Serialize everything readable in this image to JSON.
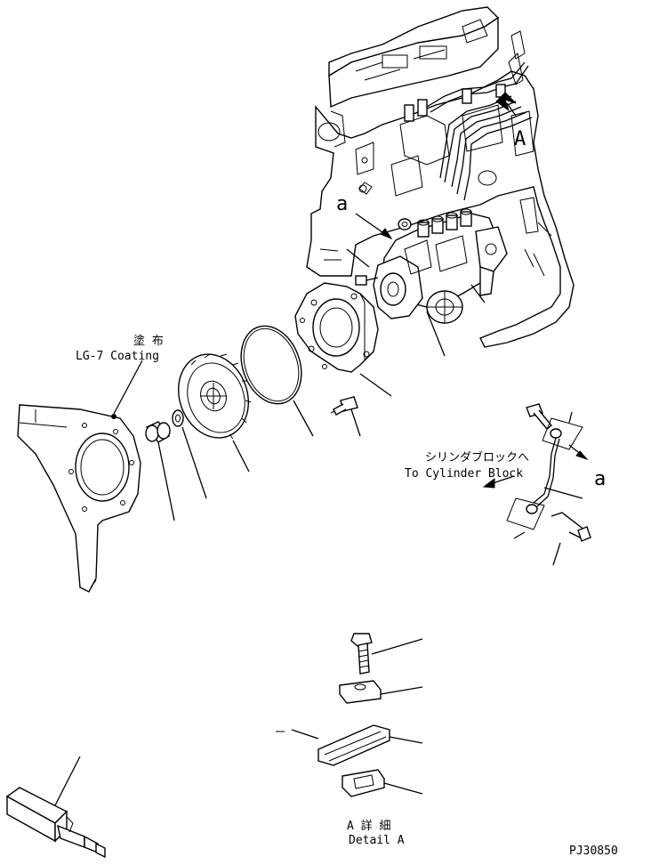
{
  "labels": {
    "coating_jp": "塗 布",
    "coating_en": "LG-7 Coating",
    "to_block_jp": "シリンダブロックへ",
    "to_block_en": "To Cylinder Block",
    "callout_a_top": "a",
    "callout_a_right": "a",
    "view_a": "A",
    "detail_jp": "A 詳 細",
    "detail_en": "Detail A",
    "drawing_no": "PJ30850"
  },
  "icons": {
    "arrow": "view-arrow-icon"
  }
}
